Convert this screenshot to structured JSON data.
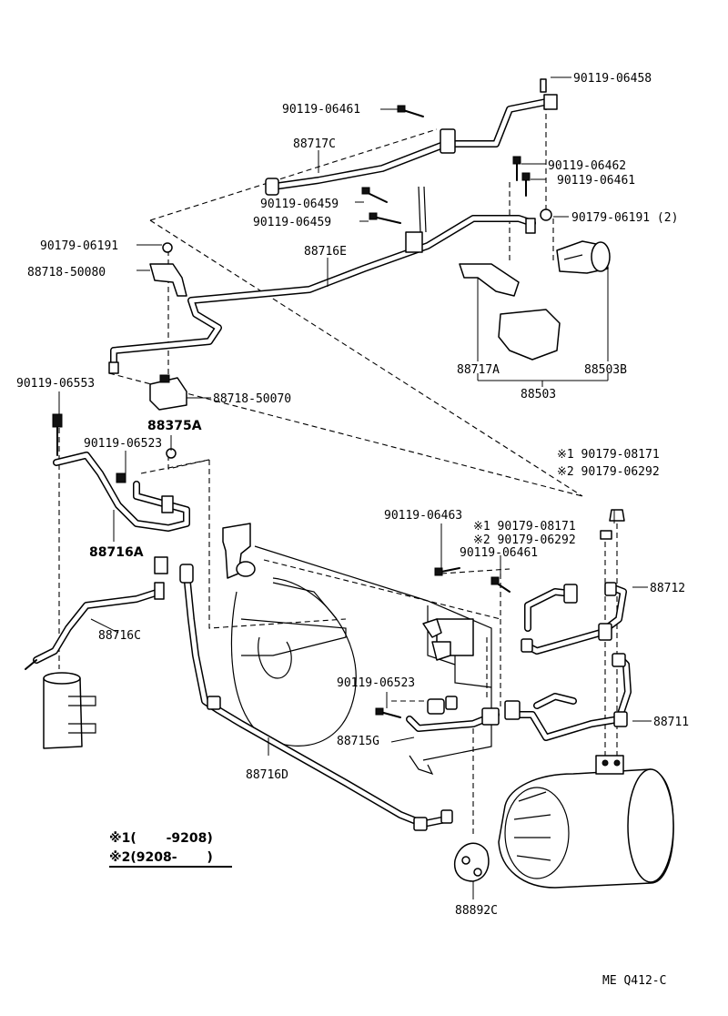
{
  "labels": {
    "p_90119_06458": "90119-06458",
    "p_90119_06461_top": "90119-06461",
    "p_88717C": "88717C",
    "p_90119_06462": "90119-06462",
    "p_90119_06461_b": "90119-06461",
    "p_90119_06459_a": "90119-06459",
    "p_90119_06459_b": "90119-06459",
    "p_90179_06191_2": "90179-06191 (2)",
    "p_90179_06191": "90179-06191",
    "p_88716E": "88716E",
    "p_88718_50080": "88718-50080",
    "p_90119_06553": "90119-06553",
    "p_88718_50070": "88718-50070",
    "p_88717A": "88717A",
    "p_88503B": "88503B",
    "p_88503": "88503",
    "p_88375A": "88375A",
    "p_90119_06523_a": "90119-06523",
    "p_m1_90179_08171": "※1 90179-08171",
    "p_m2_90179_06292": "※2 90179-06292",
    "p_88716A": "88716A",
    "p_90119_06463": "90119-06463",
    "p_m1_90179_08171_b": "※1 90179-08171",
    "p_m2_90179_06292_b": "※2 90179-06292",
    "p_90119_06461_c": "90119-06461",
    "p_88712": "88712",
    "p_88716C": "88716C",
    "p_90119_06523_b": "90119-06523",
    "p_88711": "88711",
    "p_88715G": "88715G",
    "p_88716D": "88716D",
    "p_88892C": "88892C",
    "legend_1": "※1(　 　-9208)",
    "legend_2": "※2(9208- 　　)",
    "ref_code": "ME Q412-C"
  }
}
